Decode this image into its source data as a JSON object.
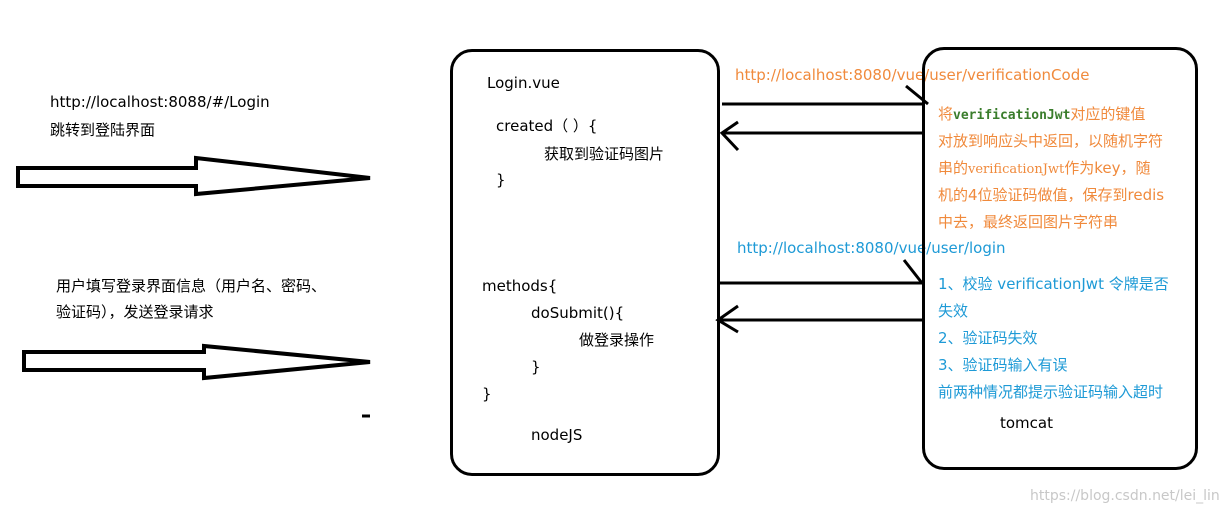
{
  "left": {
    "url_text": "http://localhost:8088/#/Login",
    "jump_text": "跳转到登陆界面",
    "fill_line1": "用户填写登录界面信息（用户名、密码、",
    "fill_line2": "验证码），发送登录请求"
  },
  "middle": {
    "title": "Login.vue",
    "created_open": "created（ ）{",
    "created_body": "获取到验证码图片",
    "created_close": "}",
    "methods_open": "methods{",
    "dosubmit_open": "doSubmit(){",
    "dosubmit_body": "做登录操作",
    "dosubmit_close": "}",
    "methods_close": "}",
    "footer": "nodeJS"
  },
  "arrows": {
    "top_url": "http://localhost:8080/vue/user/verificationCode",
    "bottom_url": "http://localhost:8080/vue/user/login"
  },
  "right": {
    "desc1_pre": "将",
    "desc1_jwt": "verificationJwt",
    "desc1_post": "对应的键值",
    "desc2": "对放到响应头中返回，以随机字符",
    "desc3_pre": "串的",
    "desc3_jwt": "verificationJwt",
    "desc3_post": "作为key，随",
    "desc4": "机的4位验证码做值，保存到redis",
    "desc5": "中去，最终返回图片字符串",
    "check1_line1": "1、校验 verificationJwt 令牌是否",
    "check1_line2": "失效",
    "check2": "2、验证码失效",
    "check3": "3、验证码输入有误",
    "check_note": "前两种情况都提示验证码输入超时",
    "footer": "tomcat"
  },
  "watermark": "https://blog.csdn.net/lei_lin",
  "colors": {
    "orange": "#f08a3c",
    "blue": "#1e9ad6",
    "green": "#3a7d2c",
    "watermark": "#c8c8c8"
  }
}
